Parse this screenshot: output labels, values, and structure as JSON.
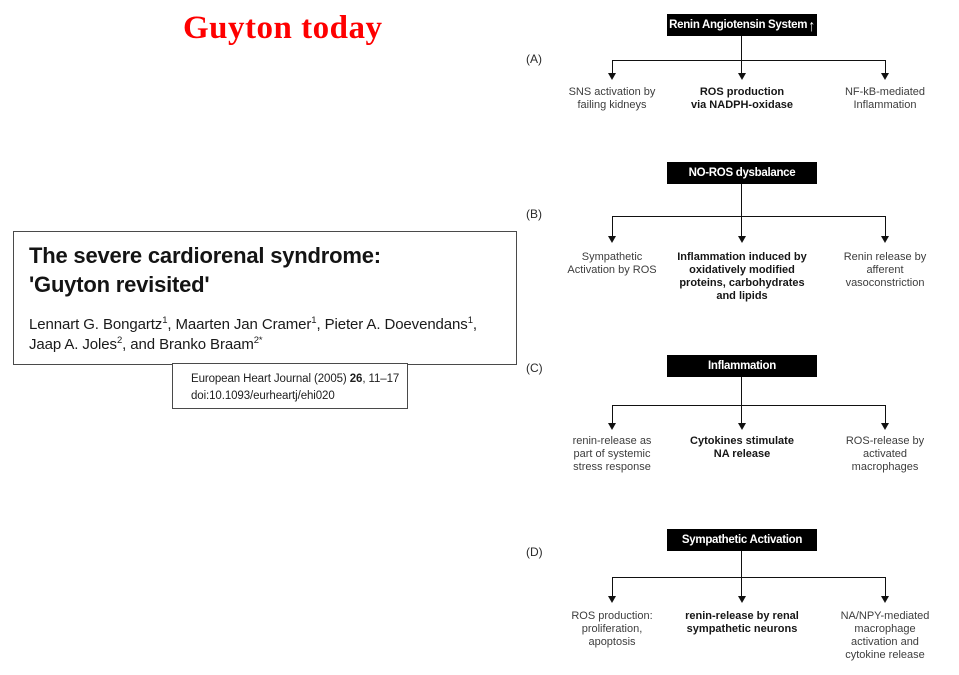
{
  "slide": {
    "title": "Guyton today"
  },
  "paper": {
    "title_line1": "The severe cardiorenal syndrome:",
    "title_line2": "'Guyton revisited'",
    "authors": {
      "line1": [
        {
          "name": "Lennart G. Bongartz",
          "sup": "1",
          "suffix": ", "
        },
        {
          "name": "Maarten Jan Cramer",
          "sup": "1",
          "suffix": ", "
        },
        {
          "name": "Pieter A. Doevendans",
          "sup": "1",
          "suffix": ","
        }
      ],
      "line2": [
        {
          "name": "Jaap A. Joles",
          "sup": "2",
          "suffix": ", and "
        },
        {
          "name": "Branko Braam",
          "sup": "2*",
          "suffix": ""
        }
      ]
    }
  },
  "journal": {
    "name_year": "European Heart Journal (2005) ",
    "volume": "26",
    "pages": ", 11–17",
    "doi": "doi:10.1093/eurheartj/ehi020"
  },
  "colors": {
    "title_red": "#fe0000",
    "box_black": "#000000",
    "text_gray": "#3d3d3d"
  },
  "flowchart": {
    "sections": [
      {
        "label": "(A)",
        "header": "Renin Angiotensin System",
        "header_arrow": "↑",
        "leaves": [
          "SNS activation by\nfailing kidneys",
          "ROS production\nvia NADPH-oxidase",
          "NF-kB-mediated\nInflammation"
        ]
      },
      {
        "label": "(B)",
        "header": "NO-ROS dysbalance",
        "leaves": [
          "Sympathetic\nActivation by ROS",
          "Inflammation induced by\noxidatively modified\nproteins, carbohydrates\nand lipids",
          "Renin release by\nafferent\nvasoconstriction"
        ]
      },
      {
        "label": "(C)",
        "header": "Inflammation",
        "leaves": [
          "renin-release as\npart of systemic\nstress response",
          "Cytokines stimulate\nNA release",
          "ROS-release by\nactivated\nmacrophages"
        ]
      },
      {
        "label": "(D)",
        "header": "Sympathetic Activation",
        "leaves": [
          "ROS production:\nproliferation,\napoptosis",
          "renin-release by renal\nsympathetic neurons",
          "NA/NPY-mediated\nmacrophage\nactivation and\ncytokine release"
        ]
      }
    ]
  }
}
